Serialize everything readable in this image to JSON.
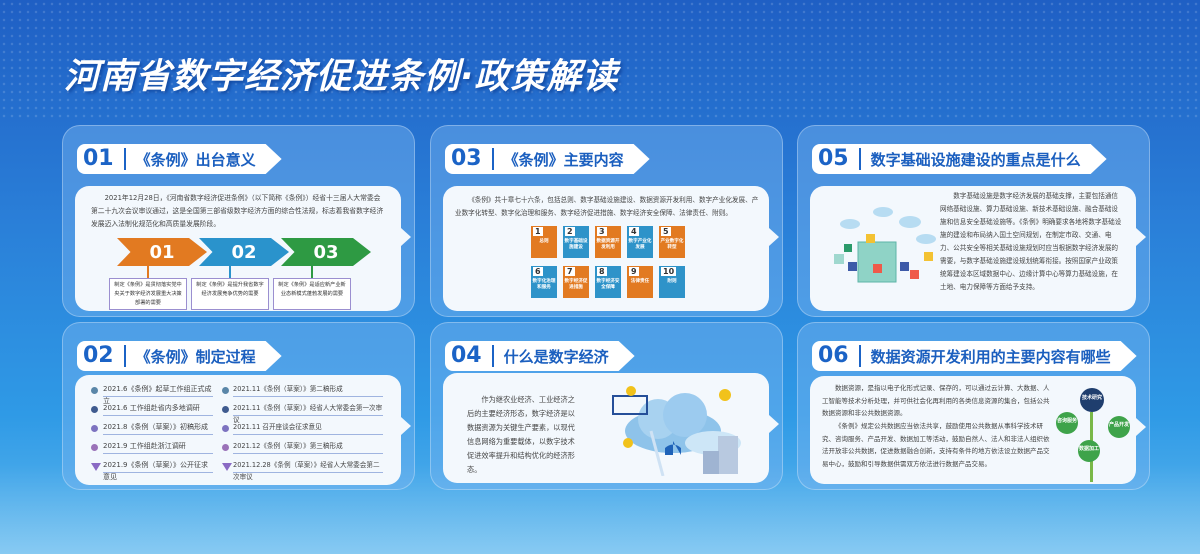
{
  "title": "河南省数字经济促进条例·政策解读",
  "sections": [
    {
      "num": "01",
      "title": "《条例》出台意义",
      "text": "2021年12月28日，《河南省数字经济促进条例》（以下简称《条例》）经省十三届人大常委会第二十九次会议审议通过，这是全国第三部省级数字经济方面的综合性法规，标志着我省数字经济发展迈入法制化规范化和高质量发展阶段。",
      "steps": [
        {
          "n": "01",
          "text": "制定《条例》是贯彻落实党中央关于数字经济发展重大决策部署的需要",
          "color": "#e27a21"
        },
        {
          "n": "02",
          "text": "制定《条例》是提升我省数字经济发展竞争优势的需要",
          "color": "#2a93cc"
        },
        {
          "n": "03",
          "text": "制定《条例》是适应新产业新业态新模式蓬勃发展的需要",
          "color": "#2e9a43"
        }
      ]
    },
    {
      "num": "02",
      "title": "《条例》制定过程",
      "left": [
        "2021.6《条例》起草工作组正式成立",
        "2021.6  工作组赴省内多地调研",
        "2021.8《条例（草案）》初稿形成",
        "2021.9  工作组赴浙江调研",
        "2021.9《条例（草案）》公开征求意见"
      ],
      "right": [
        "2021.11《条例（草案）》第二稿形成",
        "2021.11《条例（草案）》经省人大常委会第一次审议",
        "2021.11  召开座谈会征求意见",
        "2021.12《条例（草案）》第三稿形成",
        "2021.12.28《条例（草案）》经省人大常委会第二次审议"
      ]
    },
    {
      "num": "03",
      "title": "《条例》主要内容",
      "text": "《条例》共十章七十六条，包括总则、数字基础设施建设、数据资源开发利用、数字产业化发展、产业数字化转型、数字化治理和服务、数字经济促进措施、数字经济安全保障、法律责任、附则。",
      "chapters": [
        {
          "n": "1",
          "label": "总则",
          "c": "orange"
        },
        {
          "n": "2",
          "label": "数字基础设施建设",
          "c": "blue"
        },
        {
          "n": "3",
          "label": "数据资源开发利用",
          "c": "orange"
        },
        {
          "n": "4",
          "label": "数字产业化发展",
          "c": "blue"
        },
        {
          "n": "5",
          "label": "产业数字化转型",
          "c": "orange"
        },
        {
          "n": "6",
          "label": "数字化治理和服务",
          "c": "blue"
        },
        {
          "n": "7",
          "label": "数字经济促进措施",
          "c": "orange"
        },
        {
          "n": "8",
          "label": "数字经济安全保障",
          "c": "blue"
        },
        {
          "n": "9",
          "label": "法律责任",
          "c": "orange"
        },
        {
          "n": "10",
          "label": "附则",
          "c": "blue"
        }
      ]
    },
    {
      "num": "04",
      "title": "什么是数字经济",
      "text": "作为继农业经济、工业经济之后的主要经济形态，数字经济是以数据资源为关键生产要素，以现代信息网络为重要载体，以数字技术促进效率提升和结构优化的经济形态。"
    },
    {
      "num": "05",
      "title": "数字基础设施建设的重点是什么",
      "text": "数字基础设施是数字经济发展的基础支撑，主要包括通信网络基础设施、算力基础设施、新技术基础设施、融合基础设施和信息安全基础设施等。《条例》明确要求各地将数字基础设施的建设和布局纳入国土空间规划，在制定市政、交通、电力、公共安全等相关基础设施规划时应当根据数字经济发展的需要，与数字基础设施建设规划统筹衔接。按照国家产业政策统筹建设本区域数据中心、边缘计算中心等算力基础设施，在土地、电力保障等方面给予支持。"
    },
    {
      "num": "06",
      "title": "数据资源开发利用的主要内容有哪些",
      "text": "数据资源，是指以电子化形式记录、保存的，可以通过云计算、大数据、人工智能等技术分析处理，并可供社会化再利用的各类信息资源的集合，包括公共数据资源和非公共数据资源。",
      "text2": "《条例》规定公共数据应当依法共享，鼓励使用公共数据从事科学技术研究、咨询服务、产品开发、数据加工等活动，鼓励自然人、法人和非法人组织依法开放非公共数据，促进数据融合创新，支持有条件的地方依法设立数据产品交易中心，鼓励和引导数据供需双方依法进行数据产品交易。",
      "tree": [
        "技术研究",
        "咨询服务",
        "产品开发",
        "数据加工"
      ]
    }
  ]
}
